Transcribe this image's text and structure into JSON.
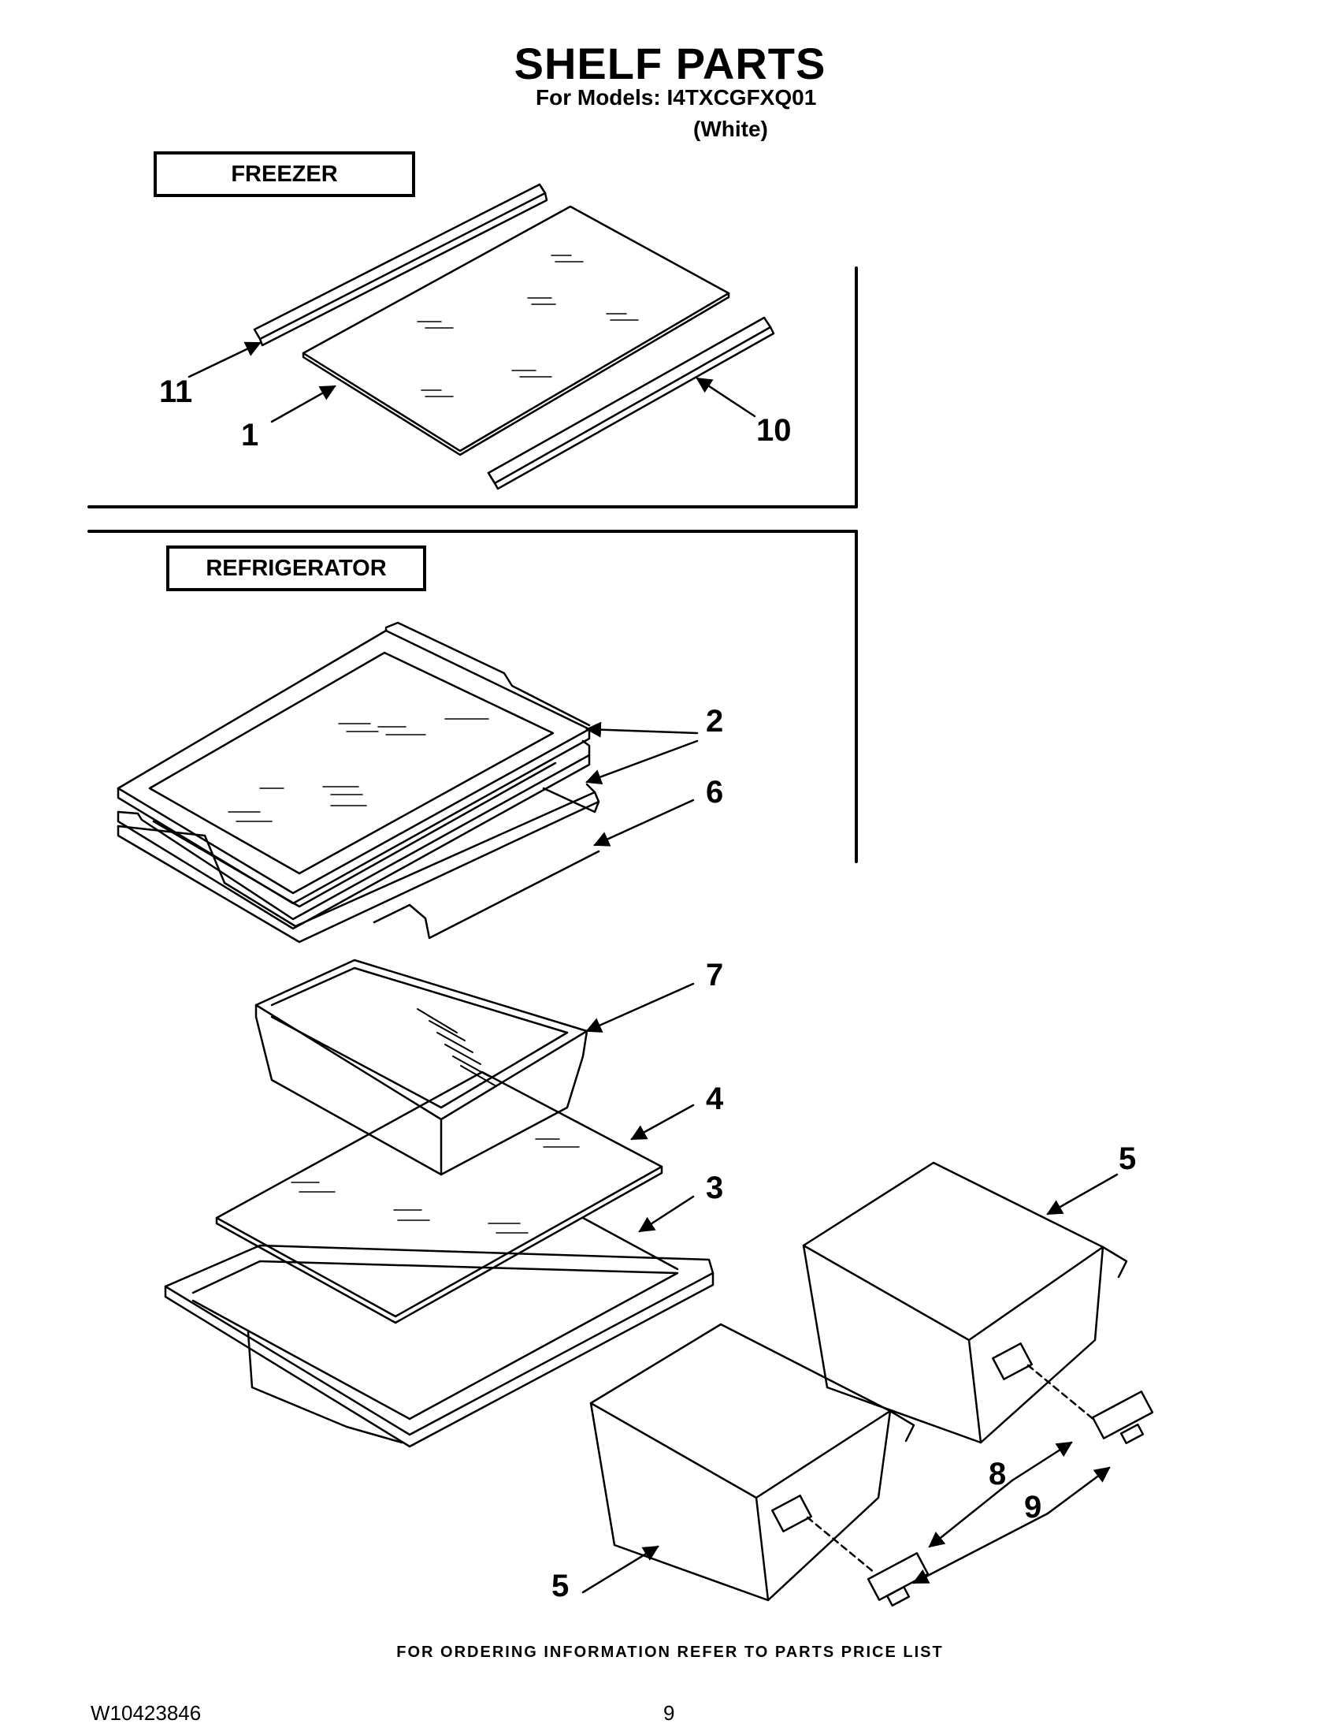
{
  "header": {
    "title": "SHELF PARTS",
    "models_line": "For Models: I4TXCGFXQ01",
    "color_line": "(White)"
  },
  "sections": {
    "freezer": "FREEZER",
    "refrigerator": "REFRIGERATOR"
  },
  "callouts": {
    "c11": "11",
    "c1": "1",
    "c10": "10",
    "c2": "2",
    "c6": "6",
    "c7": "7",
    "c4": "4",
    "c3": "3",
    "c5_right": "5",
    "c8": "8",
    "c9": "9",
    "c5_left": "5"
  },
  "footer": {
    "note": "FOR ORDERING INFORMATION REFER TO PARTS PRICE LIST",
    "doc_id": "W10423846",
    "page": "9"
  }
}
